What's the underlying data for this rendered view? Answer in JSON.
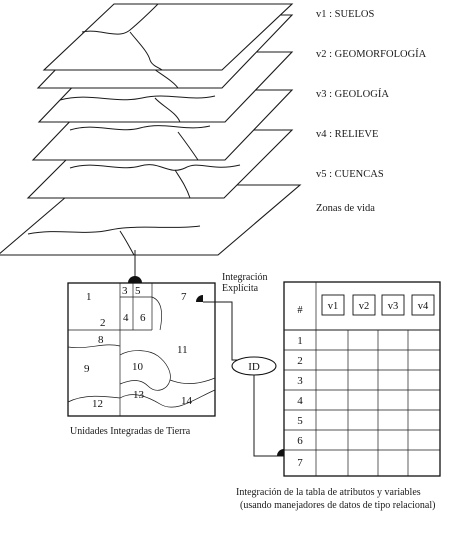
{
  "layers": [
    {
      "label": "v1 : SUELOS"
    },
    {
      "label": "v2 : GEOMORFOLOGÍA"
    },
    {
      "label": "v3 : GEOLOGÍA"
    },
    {
      "label": "v4 : RELIEVE"
    },
    {
      "label": "v5 : CUENCAS"
    },
    {
      "label": "Zonas de vida"
    }
  ],
  "map": {
    "cells": [
      "1",
      "3",
      "5",
      "7",
      "2",
      "4",
      "6",
      "8",
      "11",
      "9",
      "10",
      "12",
      "13",
      "14"
    ],
    "caption": "Unidades Integradas de Tierra"
  },
  "integration": {
    "line1": "Integración",
    "line2": "Explícita",
    "id_label": "ID"
  },
  "table": {
    "header": [
      "#",
      "v1",
      "v2",
      "v3",
      "v4"
    ],
    "rows": [
      "1",
      "2",
      "3",
      "4",
      "5",
      "6",
      "7"
    ],
    "caption_line1": "Integración de la tabla de atributos y variables",
    "caption_line2": "(usando manejadores de datos de tipo relacional)"
  }
}
